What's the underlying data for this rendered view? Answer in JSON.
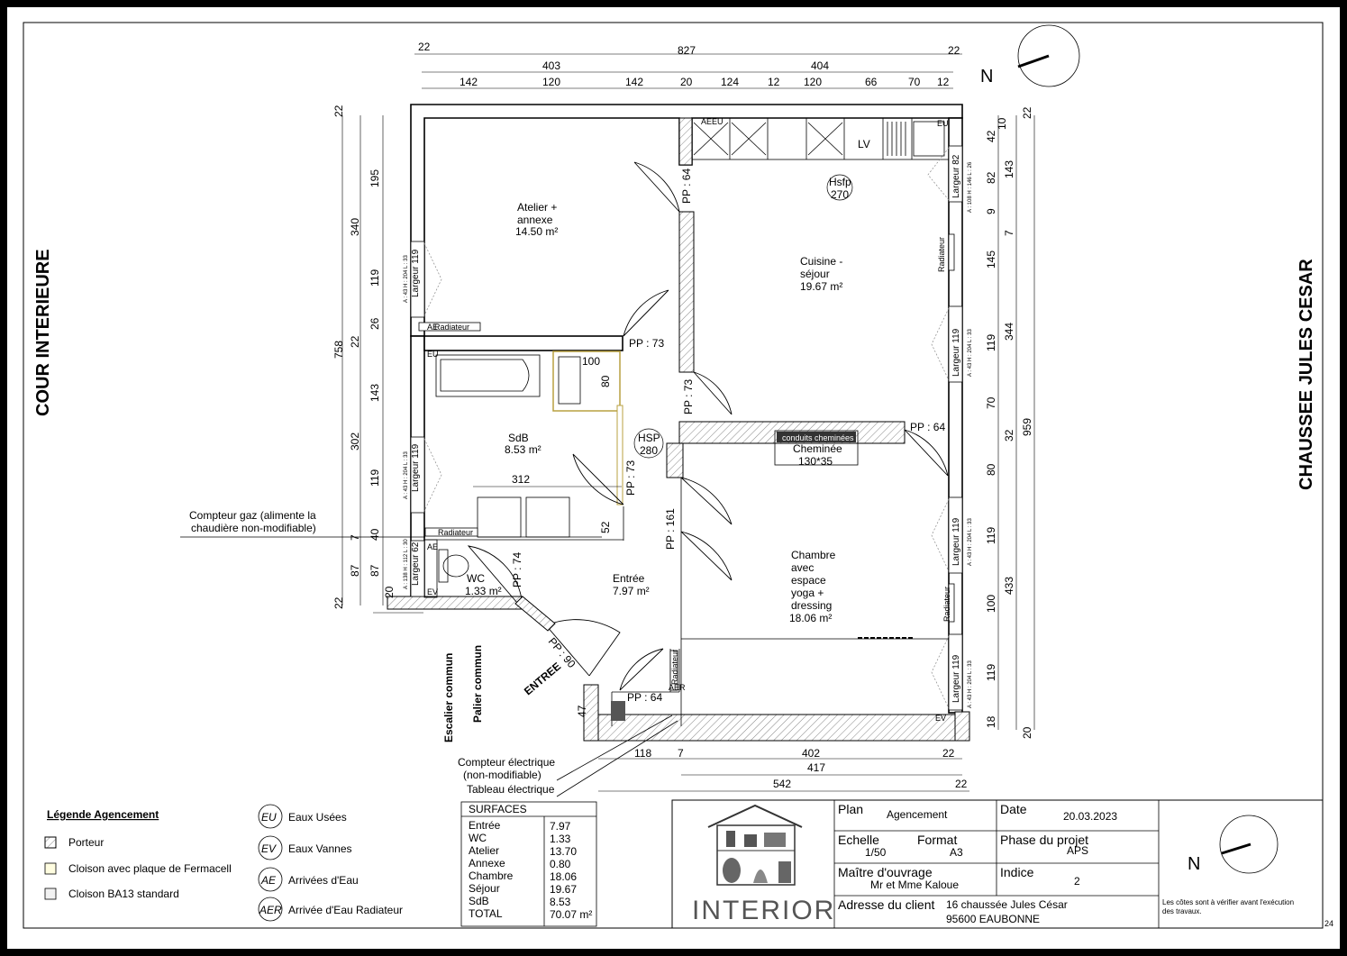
{
  "dims": {
    "top": {
      "total": "827",
      "half_left": "403",
      "half_right": "404",
      "edge_left": "22",
      "edge_right": "22",
      "segments": [
        "142",
        "120",
        "142",
        "20",
        "124",
        "12",
        "120",
        "66",
        "70",
        "12"
      ]
    },
    "left": {
      "total": "758",
      "edge_top": "22",
      "outer": [
        "340",
        "22",
        "302",
        "7",
        "87",
        "22"
      ],
      "inner": [
        "195",
        "119",
        "26",
        "143",
        "119",
        "40",
        "87"
      ]
    },
    "right": {
      "total": "959",
      "edge_top": "22",
      "outer": [
        "143",
        "344",
        "32",
        "433",
        "20"
      ],
      "inner": [
        "42",
        "10",
        "82",
        "9",
        "7",
        "145",
        "119",
        "70",
        "80",
        "119",
        "100",
        "119",
        "18"
      ]
    },
    "bottom": {
      "a": "118",
      "b": "7",
      "c": "402",
      "d": "22",
      "e": "417",
      "f": "542",
      "g": "22"
    },
    "misc": {
      "d312": "312",
      "d100": "100",
      "d80": "80",
      "d52": "52",
      "d47": "47",
      "d20": "20"
    }
  },
  "side_labels": {
    "left": "COUR INTERIEURE",
    "right": "CHAUSSEE JULES CESAR"
  },
  "compass_letter": "N",
  "rooms": [
    {
      "name": "Atelier +",
      "l2": "annexe",
      "area": "14.50 m²"
    },
    {
      "name": "Cuisine -",
      "l2": "séjour",
      "area": "19.67 m²"
    },
    {
      "name": "SdB",
      "area": "8.53 m²"
    },
    {
      "name": "Entrée",
      "area": "7.97 m²"
    },
    {
      "name": "WC",
      "area": "1.33 m²"
    },
    {
      "name": "Chambre",
      "l2": "avec",
      "l3": "espace",
      "l4": "yoga +",
      "l5": "dressing",
      "area": "18.06 m²"
    }
  ],
  "labels": {
    "hsfp": "Hsfp",
    "hsfp_v": "270",
    "hsp": "HSP",
    "hsp_v": "280",
    "lv": "LV",
    "cheminee": "Cheminée",
    "cheminee_size": "130*35",
    "conduits": "conduits cheminées",
    "pp64a": "PP : 64",
    "pp73a": "PP : 73",
    "pp73b": "PP : 73",
    "pp73c": "PP : 73",
    "pp64b": "PP : 64",
    "pp161": "PP : 161",
    "pp74": "PP : 74",
    "pp90": "PP : 90",
    "pp64c": "PP : 64",
    "entree": "ENTREE",
    "escalier": "Escalier commun",
    "palier": "Palier commun",
    "radiateur": "Radiateur",
    "ae": "AE",
    "eu": "EU",
    "ev": "EV",
    "aer": "AER",
    "gaz1": "Compteur gaz (alimente la",
    "gaz2": "chaudière non-modifiable)",
    "elec1": "Compteur électrique",
    "elec2": "(non-modifiable)",
    "tableau": "Tableau électrique",
    "w_l119": "Largeur 119",
    "w_l82": "Largeur 82",
    "w_l62": "Largeur 62",
    "w_spec1": "A : 43 H : 204 L : 33",
    "w_spec2": "A : 108 H : 146 L : 26",
    "w_spec3": "A : 138 H : 112 L : 30"
  },
  "legend": {
    "title": "Légende Agencement",
    "items": [
      "Porteur",
      "Cloison avec plaque de Fermacell",
      "Cloison BA13 standard"
    ],
    "codes": [
      {
        "code": "EU",
        "label": "Eaux Usées"
      },
      {
        "code": "EV",
        "label": "Eaux Vannes"
      },
      {
        "code": "AE",
        "label": "Arrivées d'Eau"
      },
      {
        "code": "AER",
        "label": "Arrivée d'Eau Radiateur"
      }
    ]
  },
  "surfaces": {
    "title": "SURFACES",
    "rows": [
      [
        "Entrée",
        "7.97"
      ],
      [
        "WC",
        "1.33"
      ],
      [
        "Atelier",
        "13.70"
      ],
      [
        "Annexe",
        "0.80"
      ],
      [
        "Chambre",
        "18.06"
      ],
      [
        "Séjour",
        "19.67"
      ],
      [
        "SdB",
        "8.53"
      ],
      [
        "TOTAL",
        "70.07 m²"
      ]
    ]
  },
  "cartouche": {
    "logo_text": "INTERIOR",
    "plan_label": "Plan",
    "plan_value": "Agencement",
    "date_label": "Date",
    "date_value": "20.03.2023",
    "echelle_label": "Echelle",
    "echelle_value": "1/50",
    "format_label": "Format",
    "format_value": "A3",
    "phase_label": "Phase du projet",
    "phase_value": "APS",
    "maitre_label": "Maître d'ouvrage",
    "maitre_value": "Mr et Mme Kaloue",
    "indice_label": "Indice",
    "indice_value": "2",
    "adresse_label": "Adresse du client",
    "adresse_l1": "16 chaussée Jules César",
    "adresse_l2": "95600 EAUBONNE",
    "note": "Les côtes sont à vérifier avant l'exécution",
    "note2": "des travaux.",
    "page_num": "24"
  }
}
